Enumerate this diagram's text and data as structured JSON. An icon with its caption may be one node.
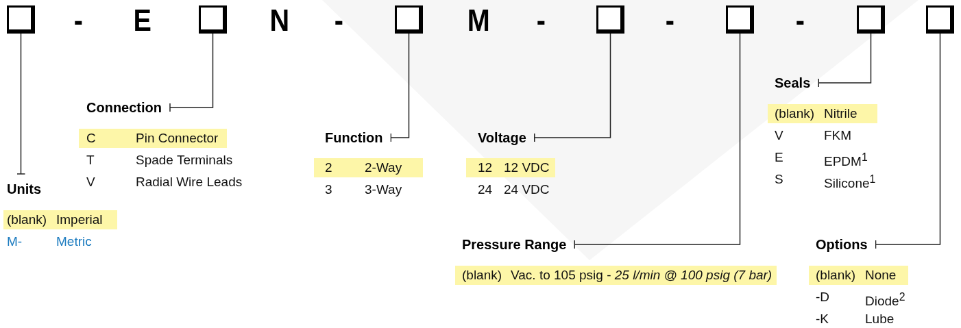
{
  "diagram": {
    "nodes": [
      {
        "text": [],
        "shape": "box"
      },
      {
        "text": [],
        "shape": "box"
      },
      {
        "text": [],
        "shape": "box"
      },
      {
        "text": [],
        "shape": "box"
      },
      {
        "text": [],
        "shape": "box"
      },
      {
        "text": [],
        "shape": "box"
      },
      {
        "text": [],
        "shape": "box"
      },
      {
        "text": [
          "Units"
        ]
      },
      {
        "text": [
          "Connection"
        ]
      },
      {
        "text": [
          "Function"
        ]
      },
      {
        "text": [
          "Voltage"
        ]
      },
      {
        "text": [
          "Pressure Range"
        ]
      },
      {
        "text": [
          "Seals"
        ]
      },
      {
        "text": [
          "Options"
        ]
      }
    ],
    "edges": [
      {
        "from": 0,
        "to": 7,
        "arrow": "other"
      },
      {
        "from": 1,
        "to": 8,
        "arrow": "other"
      },
      {
        "from": 2,
        "to": 9,
        "arrow": "other"
      },
      {
        "from": 3,
        "to": 10,
        "arrow": "other"
      },
      {
        "from": 4,
        "to": 11,
        "arrow": "other"
      },
      {
        "from": 5,
        "to": 12,
        "arrow": "other"
      },
      {
        "from": 6,
        "to": 13,
        "arrow": "other"
      }
    ],
    "labels": [
      "-",
      "E",
      "N",
      "-",
      "M",
      "-",
      "-",
      "-",
      "(blank)",
      "Nitrile",
      "V",
      "FKM",
      "E",
      "EPDM$^{1}$",
      "S",
      "Silicone$^{1}$",
      "C",
      "Pin Connector",
      "T",
      "Spade Terminals",
      "V",
      "Radial Wire Leads",
      "2",
      "2-Way",
      "3",
      "3-Way",
      "12",
      "12 VDC",
      "24",
      "24 VDC",
      "(blank)",
      "Imperial",
      "M-",
      "Metric",
      "(blank)",
      "Vac. to 105 psig - *25 l/min @ 100 psig (7 bar)*",
      "(blank)",
      "None",
      "-D",
      "Diode$^{2}$",
      "-K",
      "Lube"
    ]
  }
}
